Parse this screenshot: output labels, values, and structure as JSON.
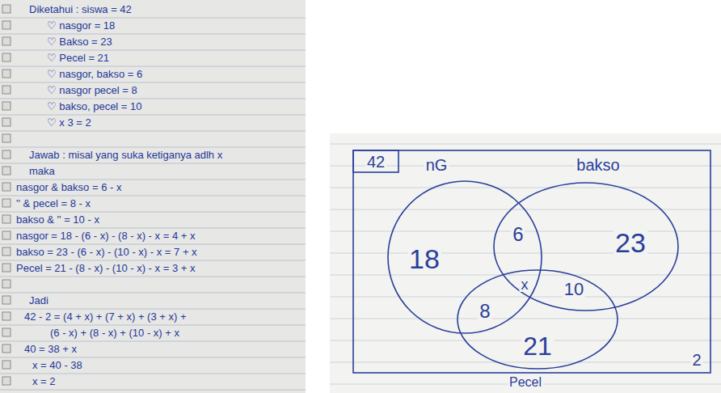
{
  "diagram": {
    "nodes": [
      {
        "text": [
          "2"
        ]
      },
      {
        "text": [
          "42"
        ],
        "in": 0
      },
      {
        "text": [
          "nG",
          "18"
        ],
        "in": 0
      },
      {
        "text": [
          "bakso",
          "23"
        ],
        "in": 0
      },
      {
        "text": [
          "21",
          "Pecel"
        ],
        "in": 0
      }
    ],
    "labels": [
      "Diketahui : siswa = 42",
      "♡ nasgor = 18",
      "♡ Bakso = 23",
      "♡ Pecel = 21",
      "♡ nasgor, bakso = 6",
      "♡ nasgor pecel = 8",
      "♡ bakso, pecel = 10",
      "♡ x 3 = 2",
      "Jawab : misal yang suka ketiganya adlh x maka",
      "nasgor & bakso = 6 - x",
      "'' & pecel = 8 - x",
      "bakso & '' = 10 - x",
      "nasgor = 18 - (6 - x) - (8 - x) - x = 4 + x",
      "bakso = 23 - (6 - x) - (10 - x) - x = 7 + x",
      "Pecel = 21 - (8 - x) - (10 - x) - x = 3 + x",
      "Jadi",
      "42 - 2 = (4 + x) + (7 + x) + (3 + x) +",
      "(6 - x) + (8 - x) + (10 - x) + x",
      "40 = 38 + x",
      "x = 40 - 38",
      "x = 2",
      "6",
      "x",
      "8",
      "10"
    ]
  }
}
